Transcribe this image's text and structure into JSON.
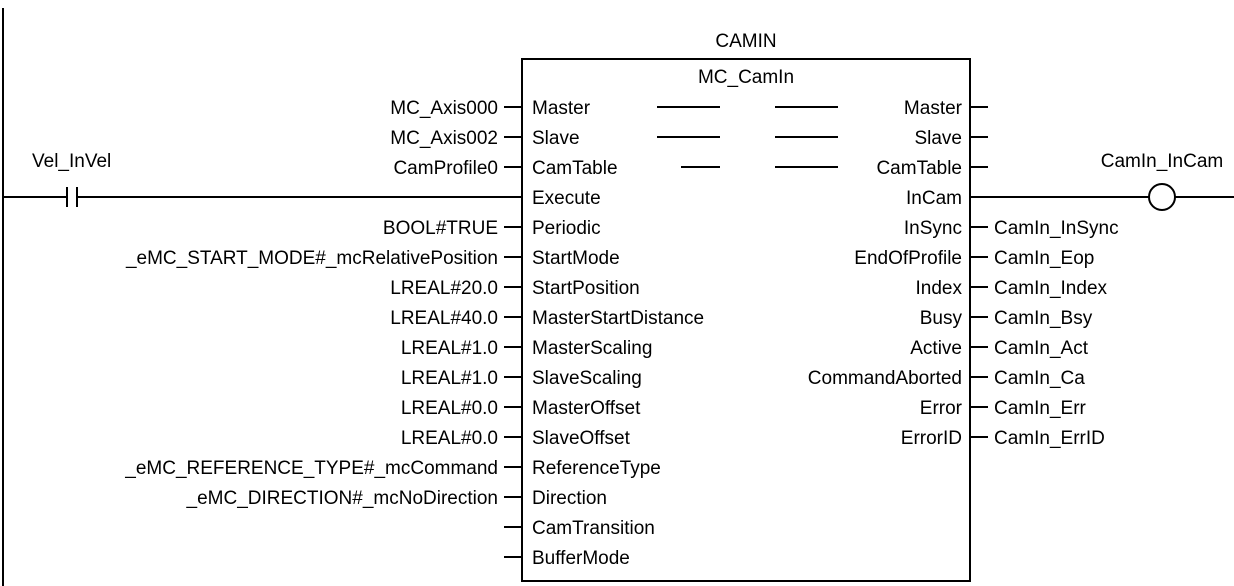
{
  "instance_name": "CAMIN",
  "function_block": "MC_CamIn",
  "execute_contact": {
    "variable": "Vel_InVel"
  },
  "output_coil": {
    "variable": "CamIn_InCam"
  },
  "in_out_pins": [
    {
      "pin": "Master",
      "in_var": "MC_Axis000"
    },
    {
      "pin": "Slave",
      "in_var": "MC_Axis002"
    },
    {
      "pin": "CamTable",
      "in_var": "CamProfile0"
    }
  ],
  "inputs": [
    {
      "pin": "Execute",
      "var": ""
    },
    {
      "pin": "Periodic",
      "var": "BOOL#TRUE"
    },
    {
      "pin": "StartMode",
      "var": "_eMC_START_MODE#_mcRelativePosition"
    },
    {
      "pin": "StartPosition",
      "var": "LREAL#20.0"
    },
    {
      "pin": "MasterStartDistance",
      "var": "LREAL#40.0"
    },
    {
      "pin": "MasterScaling",
      "var": "LREAL#1.0"
    },
    {
      "pin": "SlaveScaling",
      "var": "LREAL#1.0"
    },
    {
      "pin": "MasterOffset",
      "var": "LREAL#0.0"
    },
    {
      "pin": "SlaveOffset",
      "var": "LREAL#0.0"
    },
    {
      "pin": "ReferenceType",
      "var": "_eMC_REFERENCE_TYPE#_mcCommand"
    },
    {
      "pin": "Direction",
      "var": "_eMC_DIRECTION#_mcNoDirection"
    },
    {
      "pin": "CamTransition",
      "var": ""
    },
    {
      "pin": "BufferMode",
      "var": ""
    }
  ],
  "outputs": [
    {
      "pin": "InCam",
      "var": ""
    },
    {
      "pin": "InSync",
      "var": "CamIn_InSync"
    },
    {
      "pin": "EndOfProfile",
      "var": "CamIn_Eop"
    },
    {
      "pin": "Index",
      "var": "CamIn_Index"
    },
    {
      "pin": "Busy",
      "var": "CamIn_Bsy"
    },
    {
      "pin": "Active",
      "var": "CamIn_Act"
    },
    {
      "pin": "CommandAborted",
      "var": "CamIn_Ca"
    },
    {
      "pin": "Error",
      "var": "CamIn_Err"
    },
    {
      "pin": "ErrorID",
      "var": "CamIn_ErrID"
    }
  ]
}
